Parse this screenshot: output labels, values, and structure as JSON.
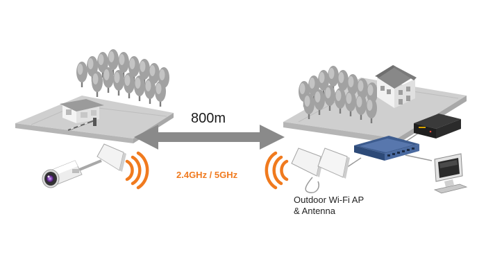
{
  "distance_label": "800m",
  "frequency_label": "2.4GHz / 5GHz",
  "ap_label": {
    "line1": "Outdoor Wi-Fi AP",
    "line2": "& Antenna"
  },
  "colors": {
    "signal": "#f07a1e",
    "arrow": "#8a8a8a",
    "ground": "#c9c9c9",
    "tree": "#9a9a9a"
  },
  "icons": [
    "house-icon",
    "tree-icon",
    "ip-camera-icon",
    "panel-antenna-icon",
    "signal-waves-icon",
    "network-switch-icon",
    "nvr-recorder-icon",
    "monitor-icon"
  ]
}
